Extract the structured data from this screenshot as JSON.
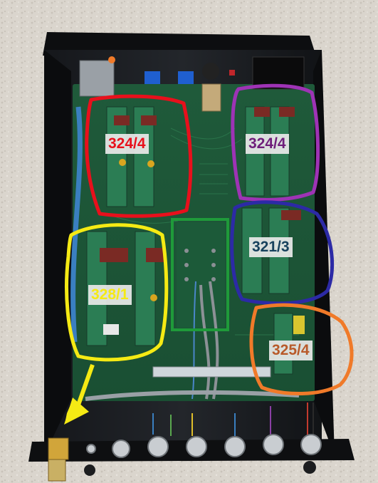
{
  "modules": [
    {
      "label": "324/4",
      "color": "#e8101c"
    },
    {
      "label": "324/4",
      "color": "#9e33b5"
    },
    {
      "label": "321/3",
      "color": "#2c2aa6"
    },
    {
      "label": "328/1",
      "color": "#f5ea14"
    },
    {
      "label": "325/4",
      "color": "#f07a29"
    },
    {
      "label": "",
      "color": "#1f9a3a"
    }
  ],
  "label_colors": [
    "#e8101c",
    "#6e1e7a",
    "#17415d",
    "#f5ea14",
    "#b85a2a"
  ],
  "arrow_color": "#f5ea14"
}
